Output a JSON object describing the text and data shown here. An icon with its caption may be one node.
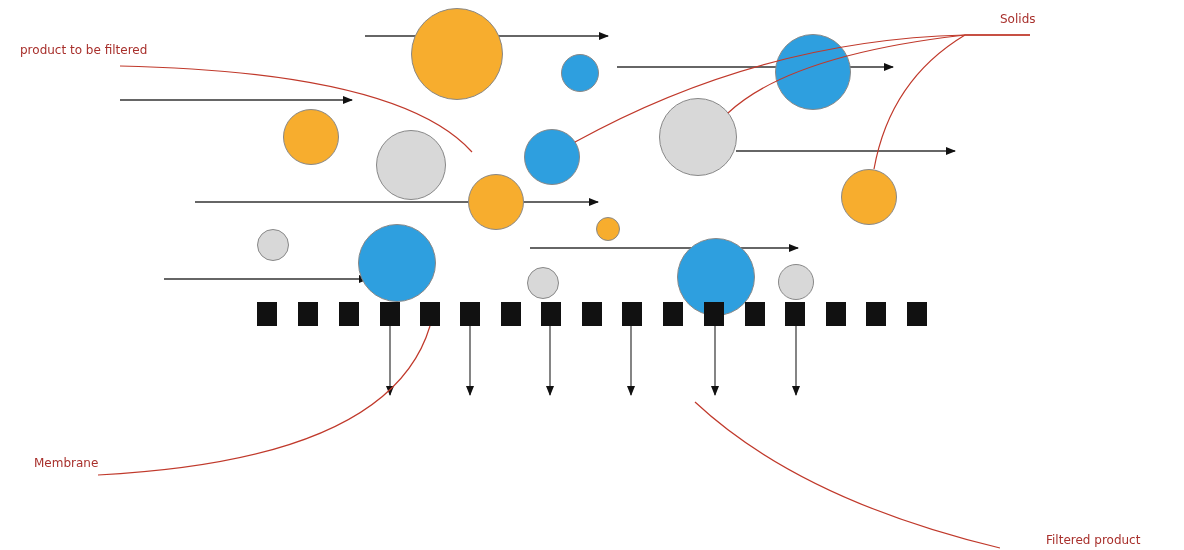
{
  "diagram": {
    "nodes": [
      {
        "text": [
          "product to be filtered"
        ]
      },
      {
        "text": [
          "Solids"
        ]
      },
      {
        "text": [
          "Membrane"
        ]
      },
      {
        "text": [
          "Filtered product"
        ]
      },
      {
        "text": [],
        "shape": "circle"
      },
      {
        "text": [],
        "shape": "circle"
      },
      {
        "text": [],
        "shape": "circle"
      },
      {
        "text": [],
        "shape": "circle"
      },
      {
        "text": [],
        "shape": "circle"
      },
      {
        "text": [],
        "shape": "circle"
      },
      {
        "text": [],
        "shape": "circle"
      },
      {
        "text": [],
        "shape": "circle"
      },
      {
        "text": [],
        "shape": "circle"
      },
      {
        "text": [],
        "shape": "circle"
      },
      {
        "text": [],
        "shape": "circle"
      },
      {
        "text": [],
        "shape": "circle"
      },
      {
        "text": [],
        "shape": "circle"
      },
      {
        "text": [],
        "shape": "circle"
      },
      {
        "text": [],
        "shape": "circle"
      },
      {
        "text": [],
        "shape": "box"
      },
      {
        "text": [],
        "shape": "box"
      },
      {
        "text": [],
        "shape": "box"
      },
      {
        "text": [],
        "shape": "box"
      },
      {
        "text": [],
        "shape": "box"
      },
      {
        "text": [],
        "shape": "box"
      },
      {
        "text": [],
        "shape": "box"
      },
      {
        "text": [],
        "shape": "box"
      },
      {
        "text": [],
        "shape": "box"
      },
      {
        "text": [],
        "shape": "box"
      },
      {
        "text": [],
        "shape": "box"
      },
      {
        "text": [],
        "shape": "box"
      },
      {
        "text": [],
        "shape": "box"
      },
      {
        "text": [],
        "shape": "box"
      },
      {
        "text": [],
        "shape": "box"
      },
      {
        "text": [],
        "shape": "box"
      },
      {
        "text": [],
        "shape": "box"
      }
    ],
    "edges": [
      {
        "from": 0,
        "to": null,
        "arrow": "none"
      },
      {
        "from": 1,
        "to": 11,
        "arrow": "none"
      },
      {
        "from": 1,
        "to": 14,
        "arrow": "none"
      },
      {
        "from": 1,
        "to": 18,
        "arrow": "none"
      },
      {
        "from": 2,
        "to": 23,
        "arrow": "none"
      },
      {
        "from": 3,
        "to": null,
        "arrow": "none"
      }
    ]
  }
}
